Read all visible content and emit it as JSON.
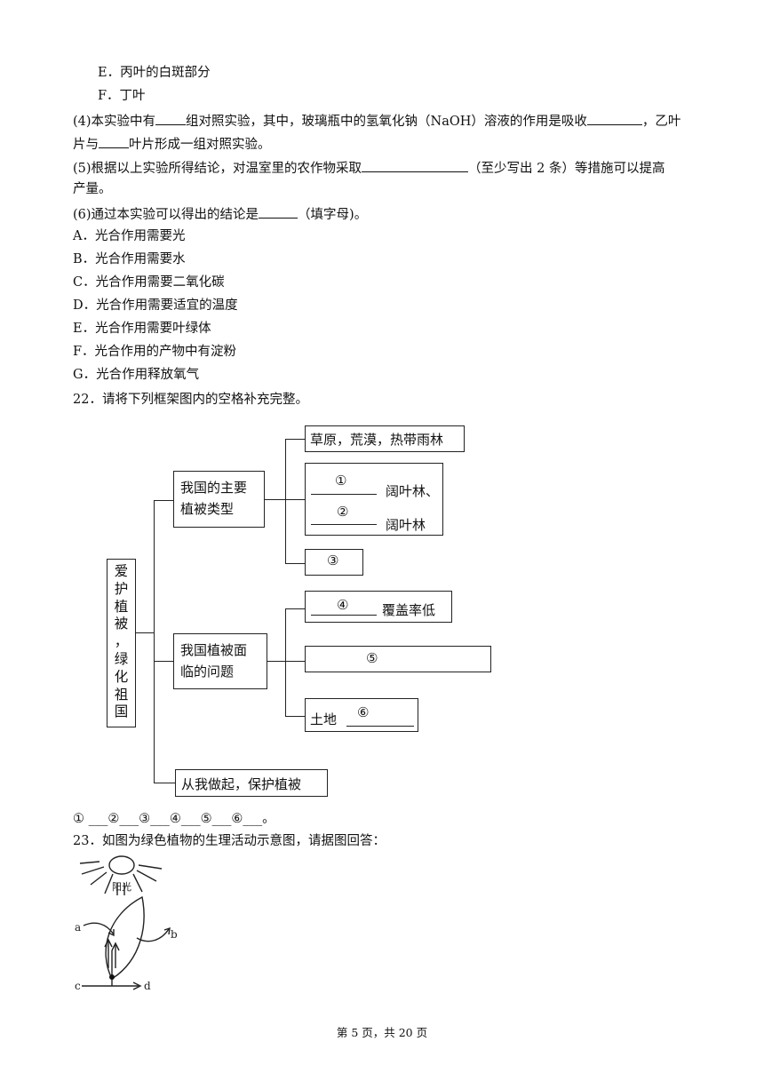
{
  "q21_options_top": [
    "E．丙叶的白斑部分",
    "F．丁叶"
  ],
  "q21_part4": {
    "line1_a": "(4)本实验中有",
    "line1_b": "组对照实验，其中，玻璃瓶中的氢氧化钠（NaOH）溶液的作用是吸收",
    "line1_c": "，乙叶",
    "line2_a": "片与",
    "line2_b": "叶片形成一组对照实验。"
  },
  "q21_part5": {
    "line1_a": "(5)根据以上实验所得结论，对温室里的农作物采取",
    "line1_b": "（至少写出 2 条）等措施可以提高",
    "line2": "产量。"
  },
  "q21_part6": {
    "text_a": "(6)通过本实验可以得出的结论是",
    "text_b": "（填字母)。"
  },
  "q21_options": [
    "A．光合作用需要光",
    "B．光合作用需要水",
    "C．光合作用需要二氧化碳",
    "D．光合作用需要适宜的温度",
    "E．光合作用需要叶绿体",
    "F．光合作用的产物中有淀粉",
    "G．光合作用释放氧气"
  ],
  "q22": {
    "title": "22．请将下列框架图内的空格补充完整。",
    "root": [
      "爱",
      "护",
      "植",
      "被",
      "，",
      "绿",
      "化",
      "祖",
      "国"
    ],
    "branch1": [
      "我国的主要",
      "植被类型"
    ],
    "branch2": [
      "我国植被面",
      "临的问题"
    ],
    "branch3": "从我做起，保护植被",
    "leaf1": "草原，荒漠，热带雨林",
    "leaf2_c1": "①",
    "leaf2_t1": "阔叶林、",
    "leaf2_c2": "②",
    "leaf2_t2": "阔叶林",
    "leaf3": "③",
    "leaf4_c": "④",
    "leaf4_t": "覆盖率低",
    "leaf5": "⑤",
    "leaf6_t": "土地",
    "leaf6_c": "⑥",
    "answer_line": "①  ___②___③___④___⑤___⑥___。"
  },
  "q23": {
    "title": "23．如图为绿色植物的生理活动示意图，请据图回答：",
    "fig_sun": "阳光",
    "fig_a": "a",
    "fig_b": "b",
    "fig_c": "c",
    "fig_d": "d"
  },
  "footer": "第 5 页，共 20 页"
}
